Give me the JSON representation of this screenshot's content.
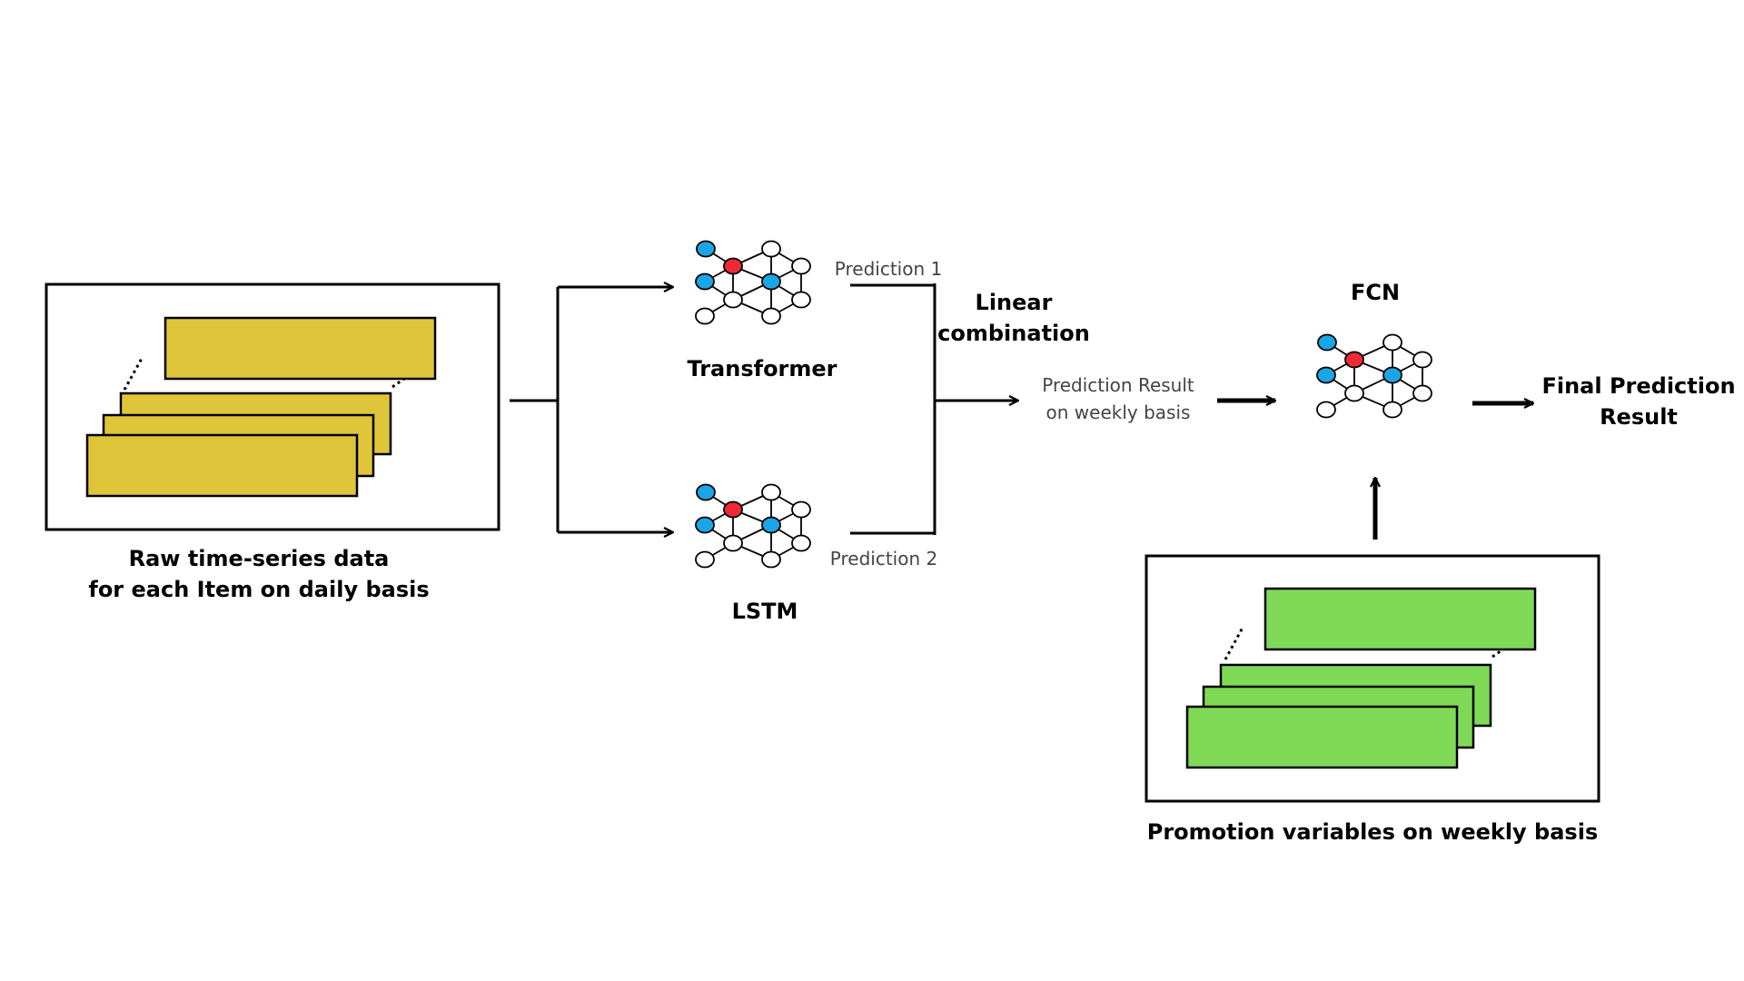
{
  "colors": {
    "raw_data_layer": "#dfc53a",
    "promotion_layer": "#7fd957",
    "node_highlight": "#ee2a35",
    "node_input": "#1aa6e6",
    "node_plain": "#ffffff",
    "stroke": "#000000"
  },
  "raw_data": {
    "caption_line1": "Raw time-series data",
    "caption_line2": "for each Item on daily basis"
  },
  "models": {
    "transformer": {
      "name": "Transformer",
      "output": "Prediction 1"
    },
    "lstm": {
      "name": "LSTM",
      "output": "Prediction 2"
    }
  },
  "combination": {
    "label_line1": "Linear",
    "label_line2": "combination",
    "result_line1": "Prediction Result",
    "result_line2": "on weekly basis"
  },
  "fcn": {
    "name": "FCN"
  },
  "promotion": {
    "caption": "Promotion variables on weekly basis"
  },
  "final": {
    "line1": "Final Prediction",
    "line2": "Result"
  },
  "icons": {
    "network": "neural-network-icon",
    "arrow": "arrow-right-icon"
  }
}
